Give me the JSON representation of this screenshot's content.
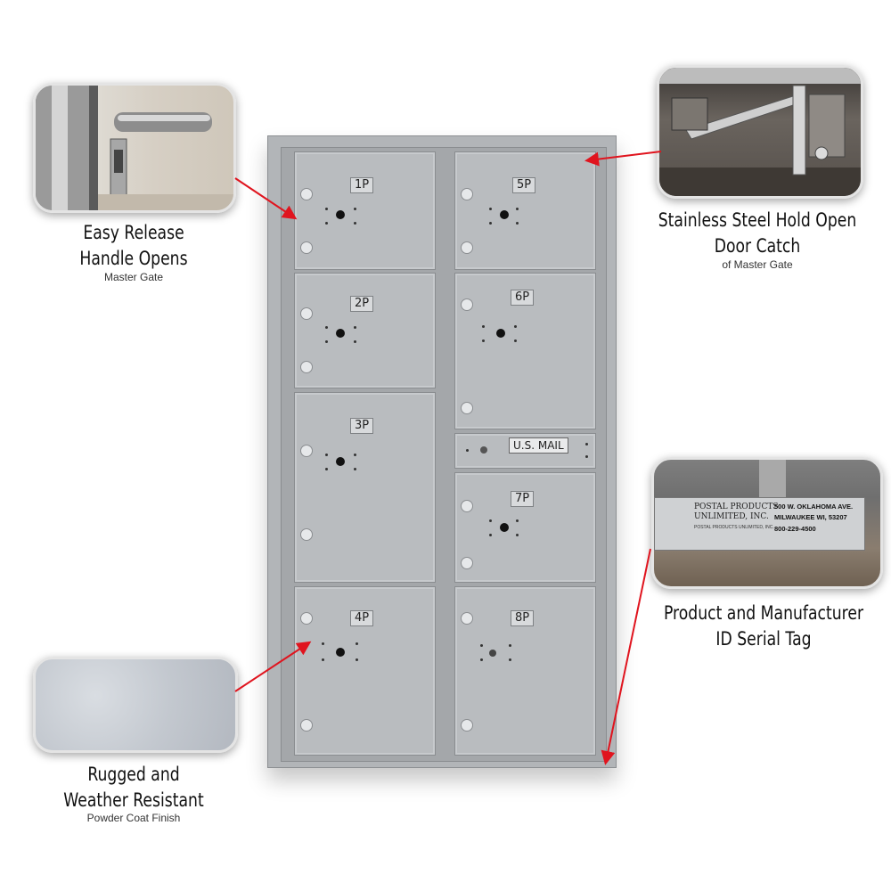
{
  "callouts": {
    "handle": {
      "title_line1": "Easy Release",
      "title_line2": "Handle Opens",
      "subtitle": "Master Gate"
    },
    "catch": {
      "title_line1": "Stainless Steel Hold Open",
      "title_line2": "Door Catch",
      "subtitle": "of Master Gate"
    },
    "tag": {
      "title_line1": "Product and Manufacturer",
      "title_line2": "ID Serial Tag",
      "tag_company_line1": "POSTAL PRODUCTS",
      "tag_company_line2": "UNLIMITED, INC.",
      "tag_address_line1": "500 W. OKLAHOMA AVE.",
      "tag_address_line2": "MILWAUKEE WI, 53207",
      "tag_phone": "800-229-4500",
      "tag_small": "POSTAL PRODUCTS UNLIMITED, INC."
    },
    "finish": {
      "title_line1": "Rugged and",
      "title_line2": "Weather Resistant",
      "subtitle": "Powder Coat Finish"
    }
  },
  "mailbox": {
    "doors": [
      "1P",
      "2P",
      "3P",
      "4P",
      "5P",
      "6P",
      "7P",
      "8P"
    ],
    "outgoing_label": "U.S. MAIL"
  },
  "colors": {
    "arrow": "#e0141e",
    "steel": "#b9bcbf"
  }
}
